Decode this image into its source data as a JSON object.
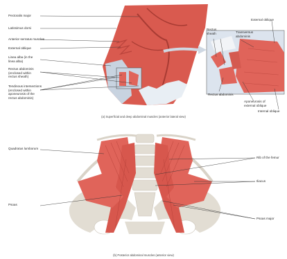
{
  "top_panel": {
    "left_labels": [
      "Pectoralis major",
      "Latissimus dorsi",
      "Anterior serratus muscles",
      "External oblique",
      "Linea alba (in the\nlinea alba)",
      "Rectus abdominis\n(enclosed within\nrectus sheath)",
      "Tendinous intersections\n(enclosed within\naponeurosis of the\nrectus abdominis)"
    ],
    "inset_labels": {
      "rectus_sheath": "Rectus\nsheath",
      "transverse_abdominis": "Transversus\nabdominis",
      "external_oblique": "External oblique",
      "rectus_abdominis": "Rectus abdominis",
      "aponeurosis": "Aponeurosis of\nexternal oblique",
      "internal_oblique": "Internal oblique"
    },
    "caption": "(a) Superficial and deep abdominal muscles (anterior lateral view)"
  },
  "bottom_panel": {
    "left_labels": [
      "Quadratus lumborum",
      "Psoas"
    ],
    "right_labels": [
      "Rib of the femur",
      "Iliacus",
      "Psoas major"
    ],
    "caption": "(b) Posterior abdominal muscles (anterior view)"
  },
  "colors": {
    "muscle": "#e0645a",
    "muscle_dark": "#c8463e",
    "bone": "#e2ddd3",
    "fascia": "#c8d3e0",
    "leader": "#333333"
  }
}
